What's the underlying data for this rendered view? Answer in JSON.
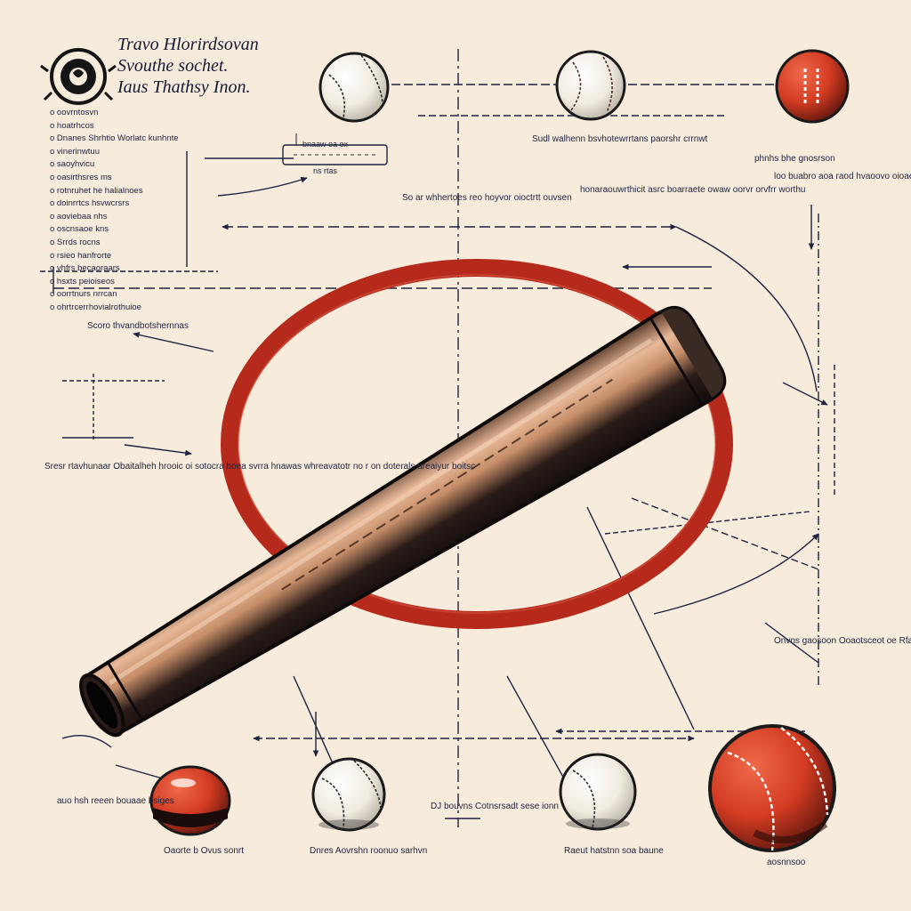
{
  "title_lines": [
    "Travo Hlorirdsovan",
    "Svouthe sochet.",
    "Iaus Thathsy Inon."
  ],
  "legend_lines": [
    "o oovrntosvn",
    "o hoatrhcos",
    "o Dnanes Shrhtio Worlatc kunhnte",
    "o vinerinwtuu",
    "o saoyhvicu",
    "o oasirthsres ms",
    "o rotnruhet he halialnoes",
    "o doinrrtcs hsvwcrsrs",
    "o aoviebaa nhs",
    "o oscnsaoe kns",
    "o Srrds rocns",
    "o rsieo hanfrorte",
    "o vhfrs becaoraars",
    "o hsxts peioiseos",
    "o oorrtnurs nrrcan",
    "o ohrtrcerrhovialrothuioe"
  ],
  "labels": {
    "top_left_box": "bnaaw oa ox",
    "top_left_box_sub": "ns rtas",
    "top_mid": "Sudl walhenn\nbsvhotewrrtans\npaorshr crrnwt",
    "top_center_note": "So ar whhertoes reo\nhoyvor oioctrtt\nouvsen",
    "top_right_center": "honaraouwrthicit\nasrc boarraete\nowaw oorvr\norvfrr worthu",
    "top_right": "phnhs bhe gnosrson",
    "top_right_sub": "loo\nbuabro aoa raod\nhvaoovo oioaes",
    "mid_left_arrow": "Scoro thvandbotshernnas",
    "mid_left_side": "Sresr rtavhunaar\nObaitalheh hrooic oi\nsotocra boea svrra\nhnawas whreavatotr\nno r on doterals\nareaiyur boitsc",
    "right_lower": "Onvns gaosoon\nOoaotsceot oe\nRfae isreron",
    "bottom_left_side": "auo\nhsh\nreeen\nbouaae\nbsiges",
    "bottom_ball1": "Oaorte b\nOvus sonrt",
    "bottom_ball2": "Dnres Aovrshn\nroonuo sarhvn",
    "bottom_center": "DJ\nbouvns\nCotnsrsadt\nsese ionn",
    "bottom_ball3": "Raeut hatstnn\nsoa baune",
    "bottom_right": "aosnnsoo"
  },
  "colors": {
    "background": "#f7ebdc",
    "ink": "#1d2340",
    "accent_red": "#b62a1c",
    "bat_wood": "#c9926d",
    "bat_dark": "#1b1414"
  },
  "icons": [
    "emblem-icon",
    "baseball-icon",
    "red-ball-icon",
    "baseball-bat-icon",
    "measurement-arrow-icon"
  ]
}
